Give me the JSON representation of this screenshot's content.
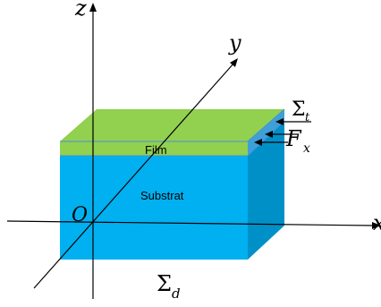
{
  "labels": {
    "z_axis": "z",
    "y_axis": "y",
    "x_axis": "x",
    "origin": "O",
    "film": "Film",
    "substrate": "Substrat",
    "sigma_top": "Σ",
    "sigma_top_sub": "t",
    "force": "F",
    "force_sub": "x",
    "sigma_bottom": "Σ",
    "sigma_bottom_sub": "d"
  },
  "colors": {
    "film_top": "#92D050",
    "film_front": "#92D050",
    "substrate_front": "#00B0F0",
    "substrate_side": "#0090C8",
    "film_side": "#4EA0D0",
    "axis": "#000000",
    "film_edge": "#4A90D9"
  }
}
